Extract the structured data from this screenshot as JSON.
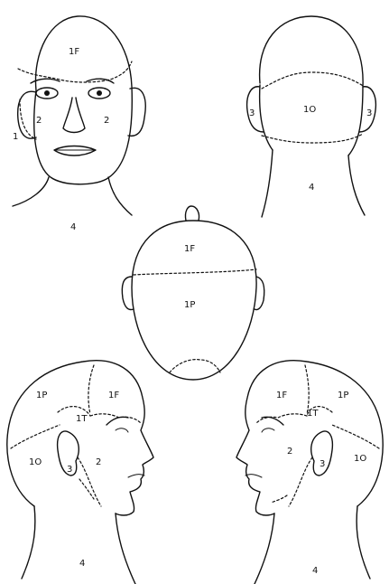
{
  "figure": {
    "front_view": {
      "top_zone": "1F",
      "left_face": "2",
      "right_face": "2",
      "left_ear": "1",
      "neck": "4"
    },
    "back_view": {
      "occipital": "1O",
      "left_ear": "3",
      "right_ear": "3",
      "neck": "4"
    },
    "top_view": {
      "frontal": "1F",
      "parietal": "1P"
    },
    "left_profile": {
      "parietal": "1P",
      "frontal": "1F",
      "temporal": "1T",
      "occipital": "1O",
      "face": "2",
      "ear": "3",
      "neck": "4"
    },
    "right_profile": {
      "frontal": "1F",
      "parietal": "1P",
      "temporal": "1T",
      "face": "2",
      "occipital": "1O",
      "ear": "3",
      "neck": "4"
    }
  }
}
